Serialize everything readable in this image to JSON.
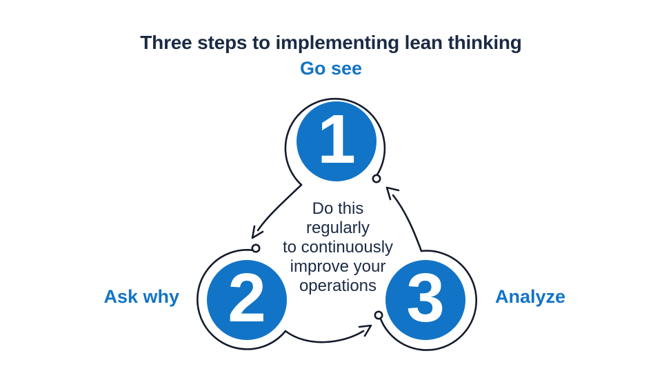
{
  "title": "Three steps to implementing lean thinking",
  "colors": {
    "background": "#ffffff",
    "title_navy": "#1b2a44",
    "accent_blue": "#1274c6",
    "circle_blue": "#1274c6",
    "stroke_dark": "#141b2b",
    "number_white": "#ffffff"
  },
  "center_note": {
    "lines": [
      "Do this",
      "regularly",
      "to continuously",
      "improve your",
      "operations"
    ],
    "full_text": "Do this regularly to continuously improve your operations"
  },
  "steps": [
    {
      "number": "1",
      "label": "Go see",
      "position": "top",
      "label_position": "above"
    },
    {
      "number": "2",
      "label": "Ask why",
      "position": "bottom-left",
      "label_position": "left"
    },
    {
      "number": "3",
      "label": "Analyze",
      "position": "bottom-right",
      "label_position": "right"
    }
  ],
  "flow": {
    "type": "cycle",
    "direction": "clockwise",
    "connections": [
      {
        "from": "1",
        "to": "2"
      },
      {
        "from": "2",
        "to": "3"
      },
      {
        "from": "3",
        "to": "1"
      }
    ]
  }
}
